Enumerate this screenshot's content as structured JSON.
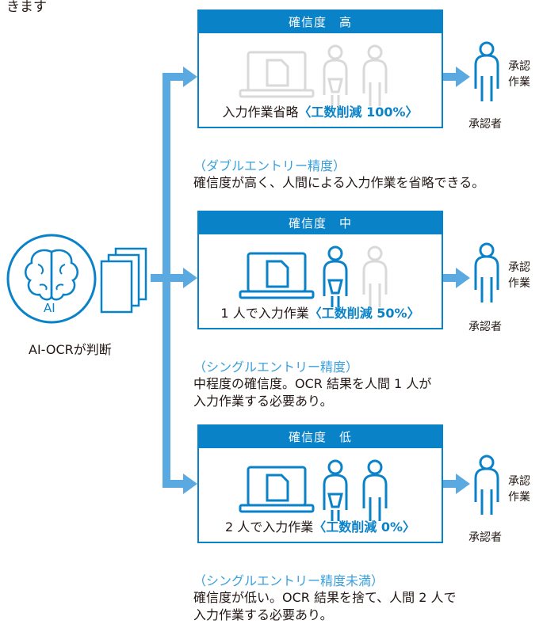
{
  "header_fragment": "きます",
  "ai": {
    "badge": "AI",
    "label": "AI-OCRが判断"
  },
  "colors": {
    "accent": "#0a82c8",
    "arrow": "#5aa9e0",
    "faded": "#d9d9d9",
    "text": "#231815"
  },
  "panels": [
    {
      "header": "確信度　高",
      "caption_prefix": "入力作業省略",
      "caption_highlight": "〈工数削減 100%〉",
      "active_people": 0,
      "note_title": "（ダブルエントリー精度）",
      "note_lines": [
        "確信度が高く、人間による入力作業を省略できる。"
      ]
    },
    {
      "header": "確信度　中",
      "caption_prefix": "1 人で入力作業",
      "caption_highlight": "〈工数削減 50%〉",
      "active_people": 1,
      "note_title": "（シングルエントリー精度）",
      "note_lines": [
        "中程度の確信度。OCR 結果を人間 1 人が",
        "入力作業する必要あり。"
      ]
    },
    {
      "header": "確信度　低",
      "caption_prefix": "2 人で入力作業",
      "caption_highlight": "〈工数削減 0%〉",
      "active_people": 2,
      "note_title": "（シングルエントリー精度未満）",
      "note_lines": [
        "確信度が低い。OCR 結果を捨て、人間 2 人で",
        "入力作業する必要あり。"
      ]
    }
  ],
  "approver": {
    "label_line1": "承認",
    "label_line2": "作業",
    "name": "承認者"
  }
}
